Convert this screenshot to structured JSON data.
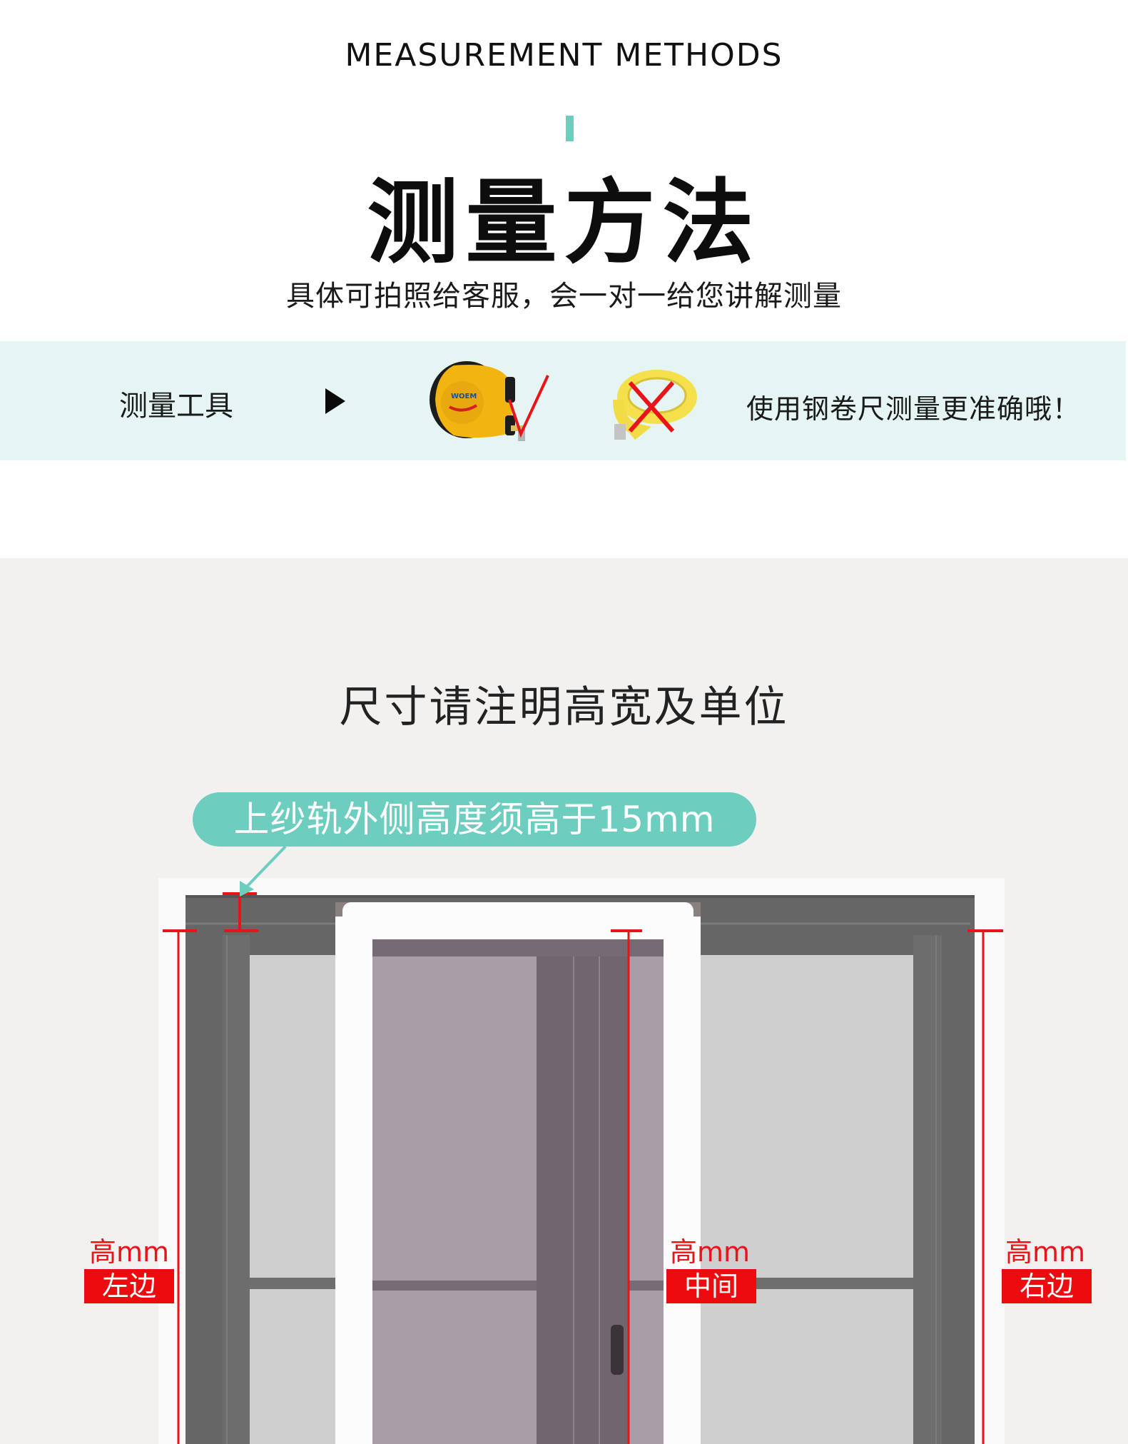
{
  "header": {
    "en_title": "MEASUREMENT METHODS",
    "cn_title": "测量方法",
    "subtitle": "具体可拍照给客服，会一对一给您讲解测量",
    "accent_color": "#6dcdbf"
  },
  "tools": {
    "label": "测量工具",
    "arrow_icon": "play-triangle-icon",
    "correct_tool": {
      "name": "steel-tape-measure",
      "mark": "check-icon",
      "mark_color": "#e8141a"
    },
    "wrong_tool": {
      "name": "soft-tape-measure",
      "mark": "cross-icon",
      "mark_color": "#e8141a"
    },
    "tip": "使用钢卷尺测量更准确哦！"
  },
  "measure": {
    "title": "尺寸请注明高宽及单位",
    "note": "上纱轨外侧高度须高于15mm",
    "labels": [
      {
        "height_label": "高mm",
        "position_label": "左边"
      },
      {
        "height_label": "高mm",
        "position_label": "中间"
      },
      {
        "height_label": "高mm",
        "position_label": "右边"
      }
    ],
    "colors": {
      "frame": "#666666",
      "glass": "#cfcfcf",
      "screen": "#a99ea8",
      "marker": "#e8141a",
      "label_bg": "#ec0c10"
    }
  }
}
